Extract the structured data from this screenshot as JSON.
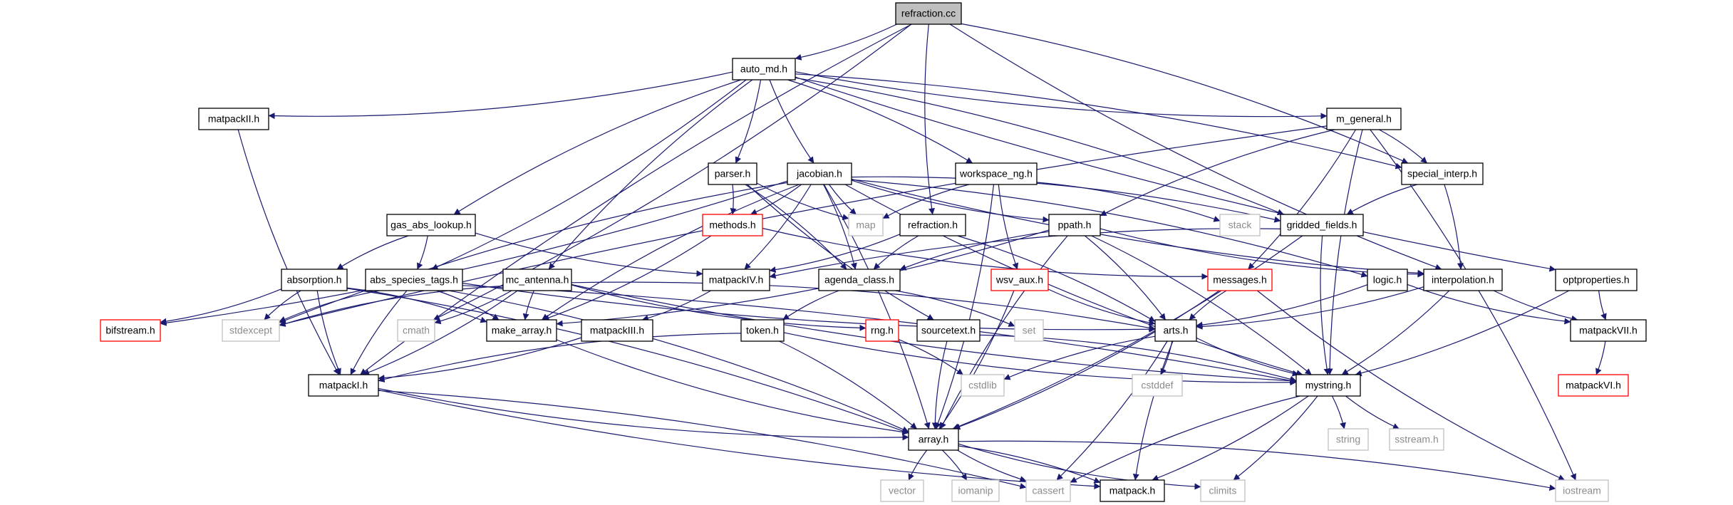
{
  "colors": {
    "edge": "#191970",
    "node_border": "#000000",
    "missing_border": "#bfbfbf",
    "missing_text": "#8c8c8c",
    "red_border": "#ff0000",
    "root_fill": "#bfbfbf",
    "fill": "#ffffff",
    "text": "#000000"
  },
  "nodes": [
    {
      "id": "refraction_cc",
      "label": "refraction.cc",
      "style": "root"
    },
    {
      "id": "auto_md",
      "label": "auto_md.h",
      "style": "normal"
    },
    {
      "id": "matpackII",
      "label": "matpackII.h",
      "style": "normal"
    },
    {
      "id": "m_general",
      "label": "m_general.h",
      "style": "normal"
    },
    {
      "id": "parser",
      "label": "parser.h",
      "style": "normal"
    },
    {
      "id": "jacobian",
      "label": "jacobian.h",
      "style": "normal"
    },
    {
      "id": "workspace_ng",
      "label": "workspace_ng.h",
      "style": "normal"
    },
    {
      "id": "special_interp",
      "label": "special_interp.h",
      "style": "normal"
    },
    {
      "id": "gas_abs_lookup",
      "label": "gas_abs_lookup.h",
      "style": "normal"
    },
    {
      "id": "methods",
      "label": "methods.h",
      "style": "red"
    },
    {
      "id": "map",
      "label": "map",
      "style": "missing"
    },
    {
      "id": "refraction_h",
      "label": "refraction.h",
      "style": "normal"
    },
    {
      "id": "ppath",
      "label": "ppath.h",
      "style": "normal"
    },
    {
      "id": "stack",
      "label": "stack",
      "style": "missing"
    },
    {
      "id": "gridded_fields",
      "label": "gridded_fields.h",
      "style": "normal"
    },
    {
      "id": "absorption",
      "label": "absorption.h",
      "style": "normal"
    },
    {
      "id": "abs_species_tags",
      "label": "abs_species_tags.h",
      "style": "normal"
    },
    {
      "id": "mc_antenna",
      "label": "mc_antenna.h",
      "style": "normal"
    },
    {
      "id": "matpackIV",
      "label": "matpackIV.h",
      "style": "normal"
    },
    {
      "id": "agenda_class",
      "label": "agenda_class.h",
      "style": "normal"
    },
    {
      "id": "wsv_aux",
      "label": "wsv_aux.h",
      "style": "red"
    },
    {
      "id": "messages",
      "label": "messages.h",
      "style": "red"
    },
    {
      "id": "logic",
      "label": "logic.h",
      "style": "normal"
    },
    {
      "id": "interpolation",
      "label": "interpolation.h",
      "style": "normal"
    },
    {
      "id": "optproperties",
      "label": "optproperties.h",
      "style": "normal"
    },
    {
      "id": "bifstream",
      "label": "bifstream.h",
      "style": "red"
    },
    {
      "id": "stdexcept",
      "label": "stdexcept",
      "style": "missing"
    },
    {
      "id": "cmath",
      "label": "cmath",
      "style": "missing"
    },
    {
      "id": "make_array",
      "label": "make_array.h",
      "style": "normal"
    },
    {
      "id": "matpackIII",
      "label": "matpackIII.h",
      "style": "normal"
    },
    {
      "id": "token",
      "label": "token.h",
      "style": "normal"
    },
    {
      "id": "rng",
      "label": "rng.h",
      "style": "red"
    },
    {
      "id": "sourcetext",
      "label": "sourcetext.h",
      "style": "normal"
    },
    {
      "id": "set",
      "label": "set",
      "style": "missing"
    },
    {
      "id": "arts",
      "label": "arts.h",
      "style": "normal"
    },
    {
      "id": "matpackVII",
      "label": "matpackVII.h",
      "style": "normal"
    },
    {
      "id": "matpackI",
      "label": "matpackI.h",
      "style": "normal"
    },
    {
      "id": "cstdlib",
      "label": "cstdlib",
      "style": "missing"
    },
    {
      "id": "cstddef",
      "label": "cstddef",
      "style": "missing"
    },
    {
      "id": "mystring",
      "label": "mystring.h",
      "style": "normal"
    },
    {
      "id": "matpackVI",
      "label": "matpackVI.h",
      "style": "red"
    },
    {
      "id": "array",
      "label": "array.h",
      "style": "normal"
    },
    {
      "id": "string",
      "label": "string",
      "style": "missing"
    },
    {
      "id": "sstream",
      "label": "sstream.h",
      "style": "missing"
    },
    {
      "id": "vector",
      "label": "vector",
      "style": "missing"
    },
    {
      "id": "iomanip",
      "label": "iomanip",
      "style": "missing"
    },
    {
      "id": "cassert",
      "label": "cassert",
      "style": "missing"
    },
    {
      "id": "matpack",
      "label": "matpack.h",
      "style": "normal"
    },
    {
      "id": "climits",
      "label": "climits",
      "style": "missing"
    },
    {
      "id": "iostream",
      "label": "iostream",
      "style": "missing"
    }
  ],
  "edges": [
    [
      "refraction_cc",
      "auto_md"
    ],
    [
      "refraction_cc",
      "refraction_h"
    ],
    [
      "refraction_cc",
      "special_interp"
    ],
    [
      "refraction_cc",
      "interpolation"
    ],
    [
      "refraction_cc",
      "cmath"
    ],
    [
      "refraction_cc",
      "matpackI"
    ],
    [
      "auto_md",
      "matpackII"
    ],
    [
      "auto_md",
      "m_general"
    ],
    [
      "auto_md",
      "parser"
    ],
    [
      "auto_md",
      "jacobian"
    ],
    [
      "auto_md",
      "workspace_ng"
    ],
    [
      "auto_md",
      "gas_abs_lookup"
    ],
    [
      "auto_md",
      "abs_species_tags"
    ],
    [
      "auto_md",
      "mc_antenna"
    ],
    [
      "auto_md",
      "gridded_fields"
    ],
    [
      "auto_md",
      "optproperties"
    ],
    [
      "auto_md",
      "special_interp"
    ],
    [
      "matpackII",
      "matpackI"
    ],
    [
      "m_general",
      "special_interp"
    ],
    [
      "m_general",
      "ppath"
    ],
    [
      "m_general",
      "messages"
    ],
    [
      "m_general",
      "mystring"
    ],
    [
      "m_general",
      "iostream"
    ],
    [
      "m_general",
      "stdexcept"
    ],
    [
      "parser",
      "methods"
    ],
    [
      "parser",
      "map"
    ],
    [
      "parser",
      "agenda_class"
    ],
    [
      "parser",
      "sourcetext"
    ],
    [
      "jacobian",
      "methods"
    ],
    [
      "jacobian",
      "map"
    ],
    [
      "jacobian",
      "agenda_class"
    ],
    [
      "jacobian",
      "ppath"
    ],
    [
      "jacobian",
      "logic"
    ],
    [
      "jacobian",
      "interpolation"
    ],
    [
      "jacobian",
      "gridded_fields"
    ],
    [
      "jacobian",
      "stdexcept"
    ],
    [
      "jacobian",
      "bifstream"
    ],
    [
      "jacobian",
      "make_array"
    ],
    [
      "jacobian",
      "array"
    ],
    [
      "jacobian",
      "mystring"
    ],
    [
      "jacobian",
      "matpackIV"
    ],
    [
      "workspace_ng",
      "map"
    ],
    [
      "workspace_ng",
      "stack"
    ],
    [
      "workspace_ng",
      "wsv_aux"
    ],
    [
      "workspace_ng",
      "array"
    ],
    [
      "special_interp",
      "gridded_fields"
    ],
    [
      "special_interp",
      "interpolation"
    ],
    [
      "gas_abs_lookup",
      "absorption"
    ],
    [
      "gas_abs_lookup",
      "abs_species_tags"
    ],
    [
      "gas_abs_lookup",
      "matpackIV"
    ],
    [
      "methods",
      "make_array"
    ],
    [
      "methods",
      "messages"
    ],
    [
      "refraction_h",
      "matpackIV"
    ],
    [
      "refraction_h",
      "agenda_class"
    ],
    [
      "refraction_h",
      "arts"
    ],
    [
      "ppath",
      "agenda_class"
    ],
    [
      "ppath",
      "arts"
    ],
    [
      "ppath",
      "array"
    ],
    [
      "ppath",
      "mystring"
    ],
    [
      "ppath",
      "interpolation"
    ],
    [
      "ppath",
      "make_array"
    ],
    [
      "gridded_fields",
      "matpackIV"
    ],
    [
      "gridded_fields",
      "array"
    ],
    [
      "gridded_fields",
      "mystring"
    ],
    [
      "absorption",
      "bifstream"
    ],
    [
      "absorption",
      "stdexcept"
    ],
    [
      "absorption",
      "make_array"
    ],
    [
      "absorption",
      "matpackI"
    ],
    [
      "absorption",
      "array"
    ],
    [
      "abs_species_tags",
      "stdexcept"
    ],
    [
      "abs_species_tags",
      "make_array"
    ],
    [
      "abs_species_tags",
      "matpackI"
    ],
    [
      "abs_species_tags",
      "array"
    ],
    [
      "abs_species_tags",
      "arts"
    ],
    [
      "abs_species_tags",
      "mystring"
    ],
    [
      "mc_antenna",
      "stdexcept"
    ],
    [
      "mc_antenna",
      "cmath"
    ],
    [
      "mc_antenna",
      "make_array"
    ],
    [
      "mc_antenna",
      "matpackI"
    ],
    [
      "mc_antenna",
      "rng"
    ],
    [
      "mc_antenna",
      "arts"
    ],
    [
      "mc_antenna",
      "mystring"
    ],
    [
      "matpackIV",
      "matpackIII"
    ],
    [
      "agenda_class",
      "token"
    ],
    [
      "agenda_class",
      "set"
    ],
    [
      "wsv_aux",
      "arts"
    ],
    [
      "wsv_aux",
      "array"
    ],
    [
      "messages",
      "arts"
    ],
    [
      "messages",
      "array"
    ],
    [
      "messages",
      "iostream"
    ],
    [
      "logic",
      "arts"
    ],
    [
      "logic",
      "matpackVII"
    ],
    [
      "interpolation",
      "arts"
    ],
    [
      "interpolation",
      "matpackVII"
    ],
    [
      "interpolation",
      "mystring"
    ],
    [
      "optproperties",
      "matpackVII"
    ],
    [
      "optproperties",
      "mystring"
    ],
    [
      "make_array",
      "array"
    ],
    [
      "matpackIII",
      "matpackI"
    ],
    [
      "token",
      "matpackI"
    ],
    [
      "token",
      "array"
    ],
    [
      "token",
      "mystring"
    ],
    [
      "rng",
      "cstdlib"
    ],
    [
      "sourcetext",
      "array"
    ],
    [
      "sourcetext",
      "mystring"
    ],
    [
      "arts",
      "cstdlib"
    ],
    [
      "arts",
      "cstddef"
    ],
    [
      "arts",
      "mystring"
    ],
    [
      "arts",
      "cassert"
    ],
    [
      "arts",
      "matpack"
    ],
    [
      "matpackVII",
      "matpackVI"
    ],
    [
      "matpackI",
      "array"
    ],
    [
      "matpackI",
      "cassert"
    ],
    [
      "matpackI",
      "matpack"
    ],
    [
      "mystring",
      "string"
    ],
    [
      "mystring",
      "sstream"
    ],
    [
      "mystring",
      "climits"
    ],
    [
      "mystring",
      "cassert"
    ],
    [
      "mystring",
      "matpack"
    ],
    [
      "array",
      "vector"
    ],
    [
      "array",
      "iomanip"
    ],
    [
      "array",
      "cassert"
    ],
    [
      "array",
      "matpack"
    ],
    [
      "array",
      "climits"
    ],
    [
      "array",
      "iostream"
    ]
  ]
}
